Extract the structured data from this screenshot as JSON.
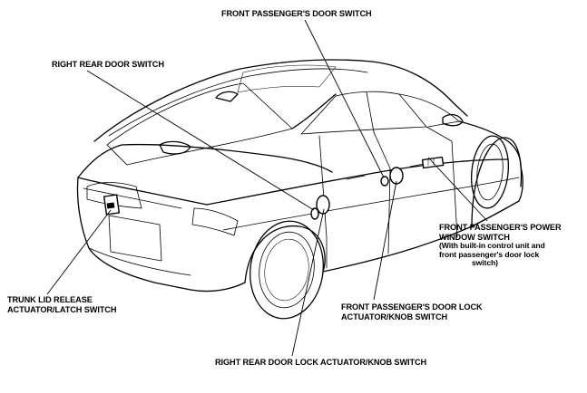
{
  "diagram": {
    "labels": {
      "front_passenger_door_switch": "FRONT PASSENGER'S DOOR SWITCH",
      "right_rear_door_switch": "RIGHT REAR DOOR SWITCH",
      "front_passenger_power_window_switch": [
        "FRONT PASSENGER'S POWER",
        "WINDOW SWITCH"
      ],
      "front_passenger_power_window_switch_note": [
        "(With built-in control unit and",
        "front passenger's door lock",
        "switch)"
      ],
      "trunk_lid_release": [
        "TRUNK LID RELEASE",
        "ACTUATOR/LATCH SWITCH"
      ],
      "front_passenger_door_lock": [
        "FRONT PASSENGER'S DOOR LOCK",
        "ACTUATOR/KNOB SWITCH"
      ],
      "right_rear_door_lock": "RIGHT REAR DOOR LOCK ACTUATOR/KNOB SWITCH"
    }
  }
}
